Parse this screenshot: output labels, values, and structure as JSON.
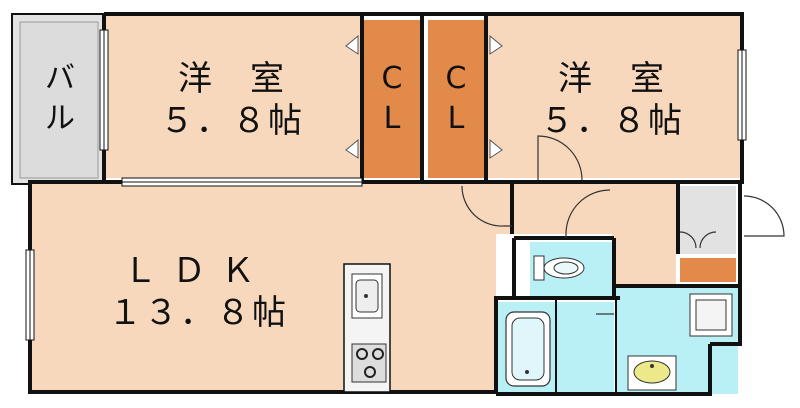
{
  "colors": {
    "room": "#f8d8bc",
    "closet": "#e18a4a",
    "wet": "#b9f0f6",
    "balcony": "#e0e0e0",
    "wall": "#111111",
    "window": "#ffffff"
  },
  "rooms": {
    "balcony": {
      "label": "バルコニー",
      "chars": [
        "バ",
        "ル"
      ]
    },
    "western_left": {
      "line1": "洋　室",
      "line2": "５．８帖"
    },
    "western_right": {
      "line1": "洋　室",
      "line2": "５．８帖"
    },
    "closet_left": {
      "chars": [
        "C",
        "L"
      ]
    },
    "closet_right": {
      "chars": [
        "C",
        "L"
      ]
    },
    "ldk": {
      "line1": "Ｌ Ｄ Ｋ",
      "line2": "１３．８帖"
    }
  },
  "icons": [
    "toilet-icon",
    "bathtub-icon",
    "sink-icon",
    "washing-machine-icon",
    "kitchen-sink-icon",
    "stove-icon"
  ]
}
